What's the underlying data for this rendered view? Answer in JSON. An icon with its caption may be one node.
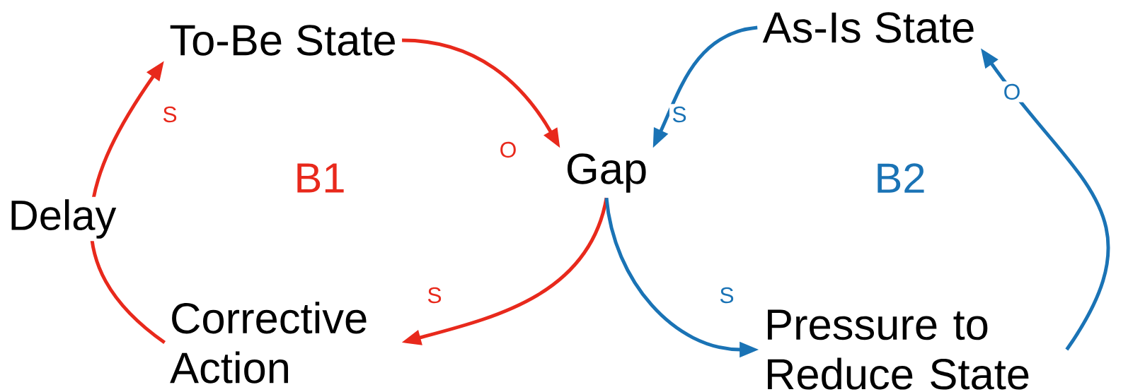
{
  "diagram": {
    "nodes": [
      {
        "text": [
          "To-Be State"
        ]
      },
      {
        "text": [
          "As-Is State"
        ]
      },
      {
        "text": [
          "Gap"
        ]
      },
      {
        "text": [
          "Corrective Action"
        ]
      },
      {
        "text": [
          "Pressure to Reduce State"
        ]
      }
    ],
    "edges": [
      {
        "from": 0,
        "to": 2,
        "arrow": "to",
        "label": "O",
        "color": "#e8291c"
      },
      {
        "from": 1,
        "to": 2,
        "arrow": "to",
        "label": "S",
        "color": "#1a73b5"
      },
      {
        "from": 2,
        "to": 3,
        "arrow": "to",
        "label": "S",
        "color": "#e8291c"
      },
      {
        "from": 2,
        "to": 4,
        "arrow": "to",
        "label": "S",
        "color": "#1a73b5"
      },
      {
        "from": 3,
        "to": 0,
        "arrow": "to",
        "label": "Delay",
        "color": "#e8291c"
      },
      {
        "from": 4,
        "to": 1,
        "arrow": "to",
        "label": "O",
        "color": "#1a73b5"
      }
    ],
    "labels": [
      "S",
      "B1",
      "B2"
    ]
  }
}
